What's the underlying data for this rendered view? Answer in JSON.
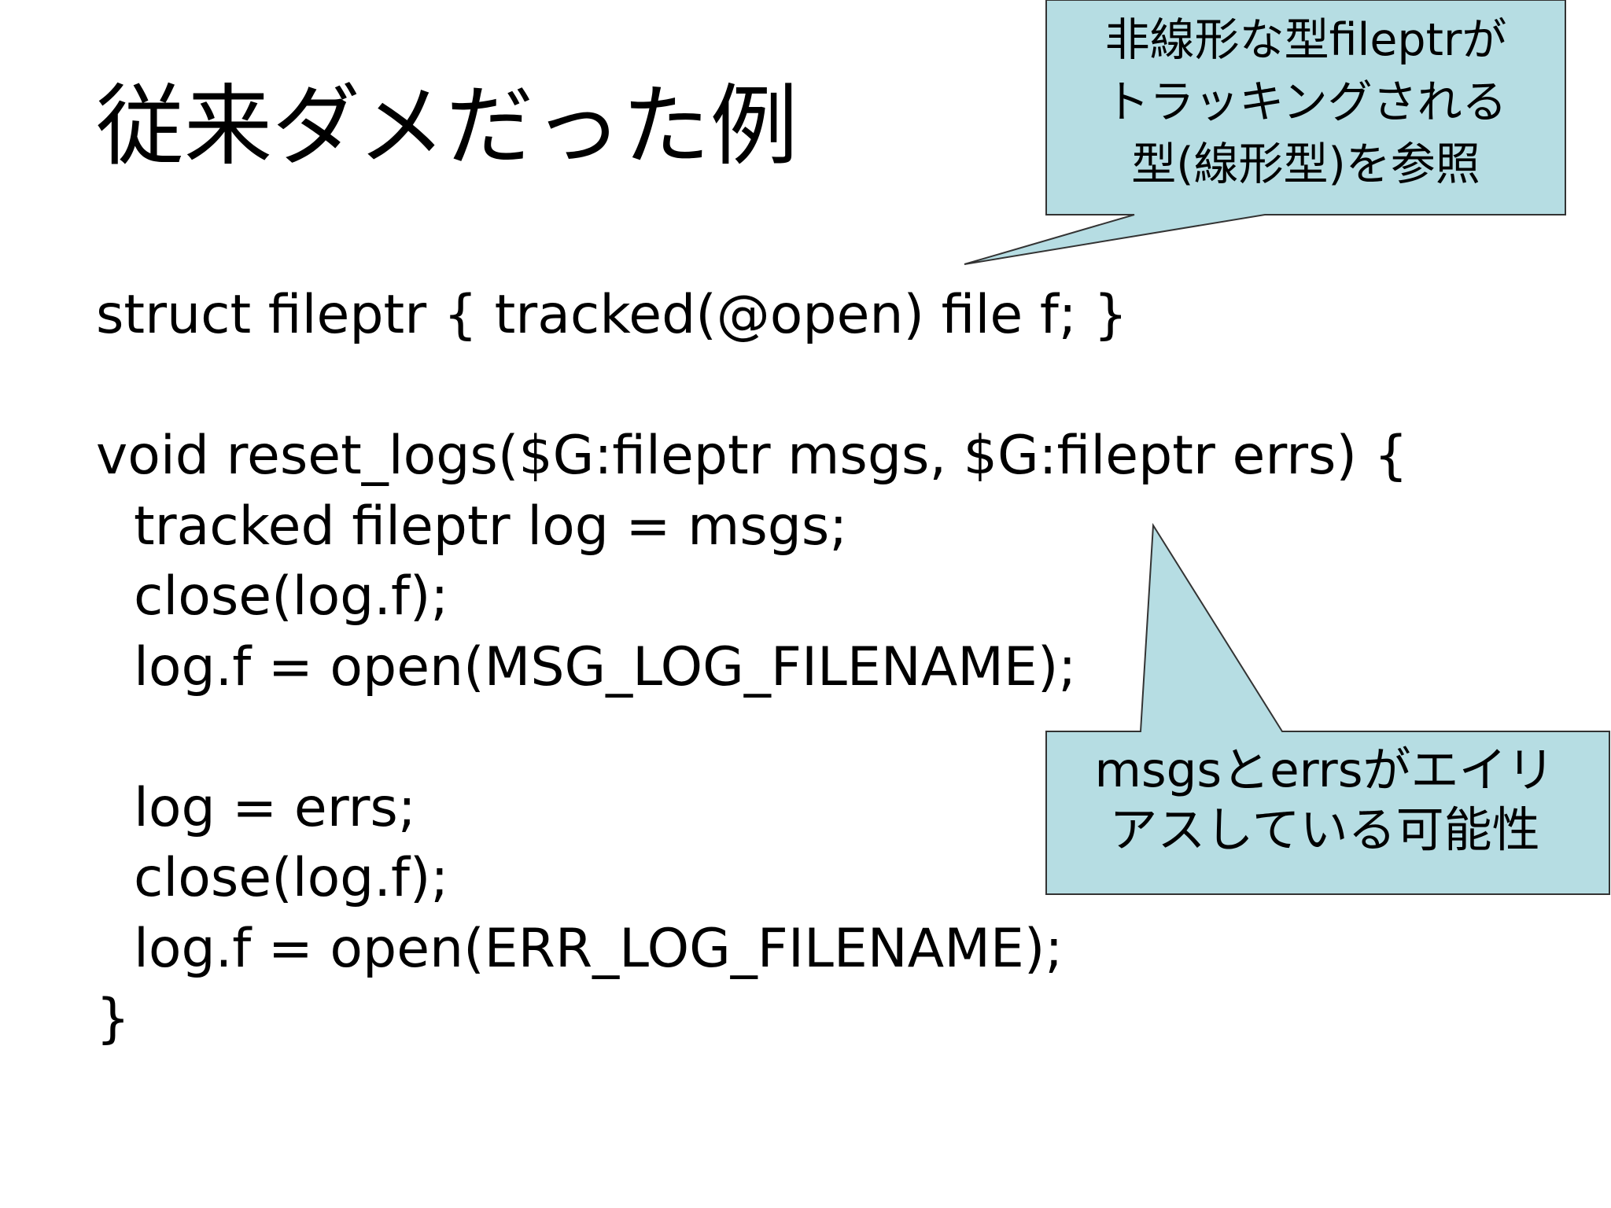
{
  "slide": {
    "title": "従来ダメだった例",
    "code_lines": [
      "struct fileptr { tracked(@open) file f; }",
      "",
      "void reset_logs($G:fileptr msgs, $G:fileptr errs) {",
      "tracked fileptr log = msgs;",
      "close(log.f);",
      "log.f = open(MSG_LOG_FILENAME);",
      "",
      "log = errs;",
      "close(log.f);",
      "log.f = open(ERR_LOG_FILENAME);",
      "}"
    ]
  },
  "callouts": {
    "top": {
      "text": "非線形な型fileptrが\nトラッキングされる\n型(線形型)を参照"
    },
    "bottom": {
      "text": "msgsとerrsがエイリ\nアスしている可能性"
    }
  },
  "colors": {
    "background": "#ffffff",
    "text": "#000000",
    "callout_fill": "#b6dde3",
    "callout_border": "#333333"
  }
}
